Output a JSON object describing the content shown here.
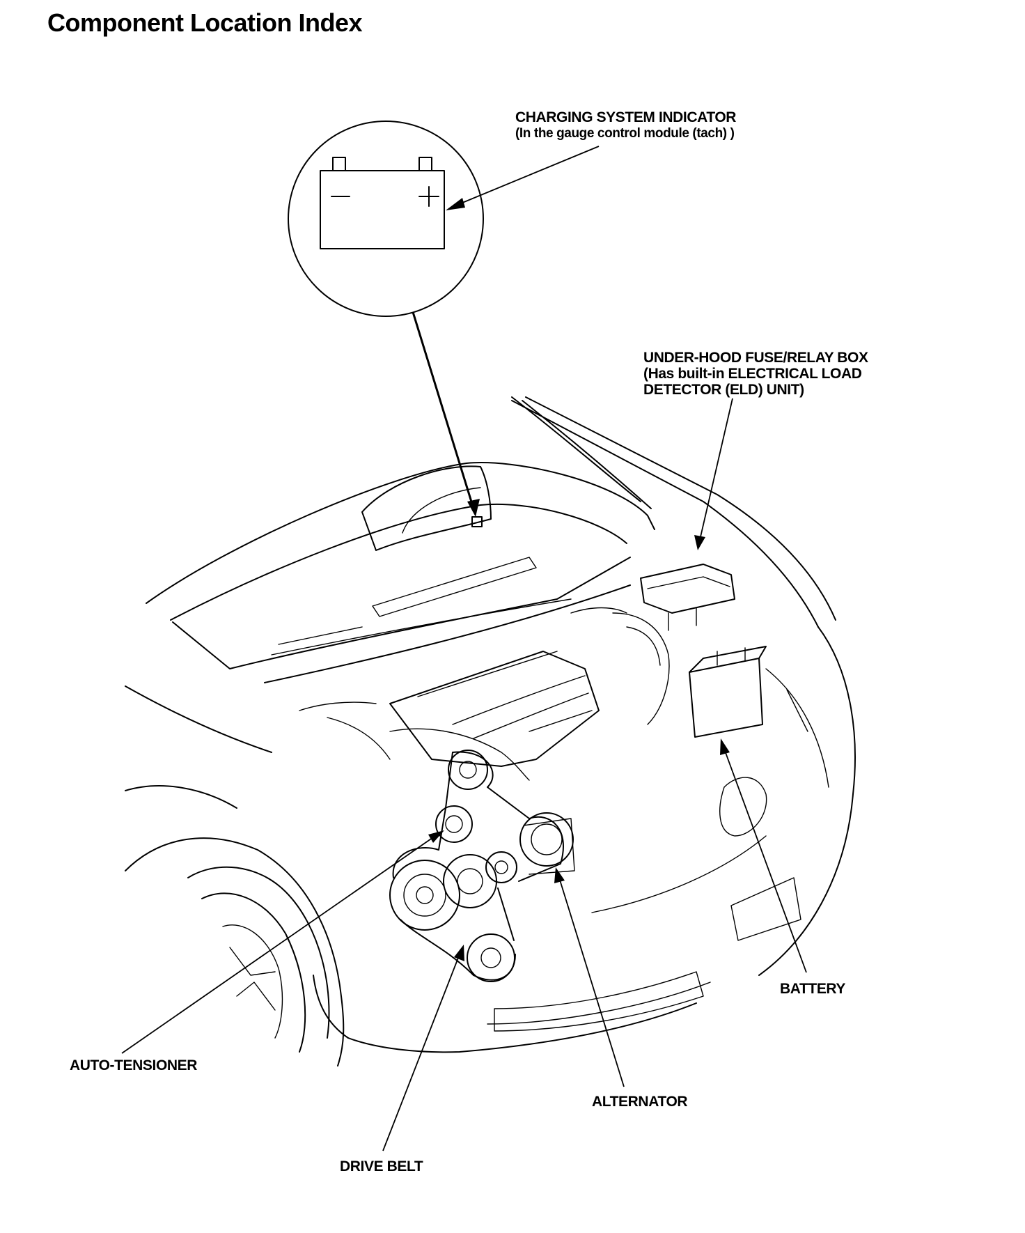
{
  "title": "Component Location Index",
  "callouts": {
    "charging_indicator": {
      "line1": "CHARGING SYSTEM INDICATOR",
      "line2": "(In the gauge control module (tach) )"
    },
    "fuse_box": {
      "line1": "UNDER-HOOD FUSE/RELAY BOX",
      "line2": "(Has built-in ELECTRICAL LOAD",
      "line3": "DETECTOR (ELD) UNIT)"
    },
    "battery": "BATTERY",
    "auto_tensioner": "AUTO-TENSIONER",
    "alternator": "ALTERNATOR",
    "drive_belt": "DRIVE BELT"
  },
  "indicator_symbols": {
    "minus": "−",
    "plus": "+"
  }
}
